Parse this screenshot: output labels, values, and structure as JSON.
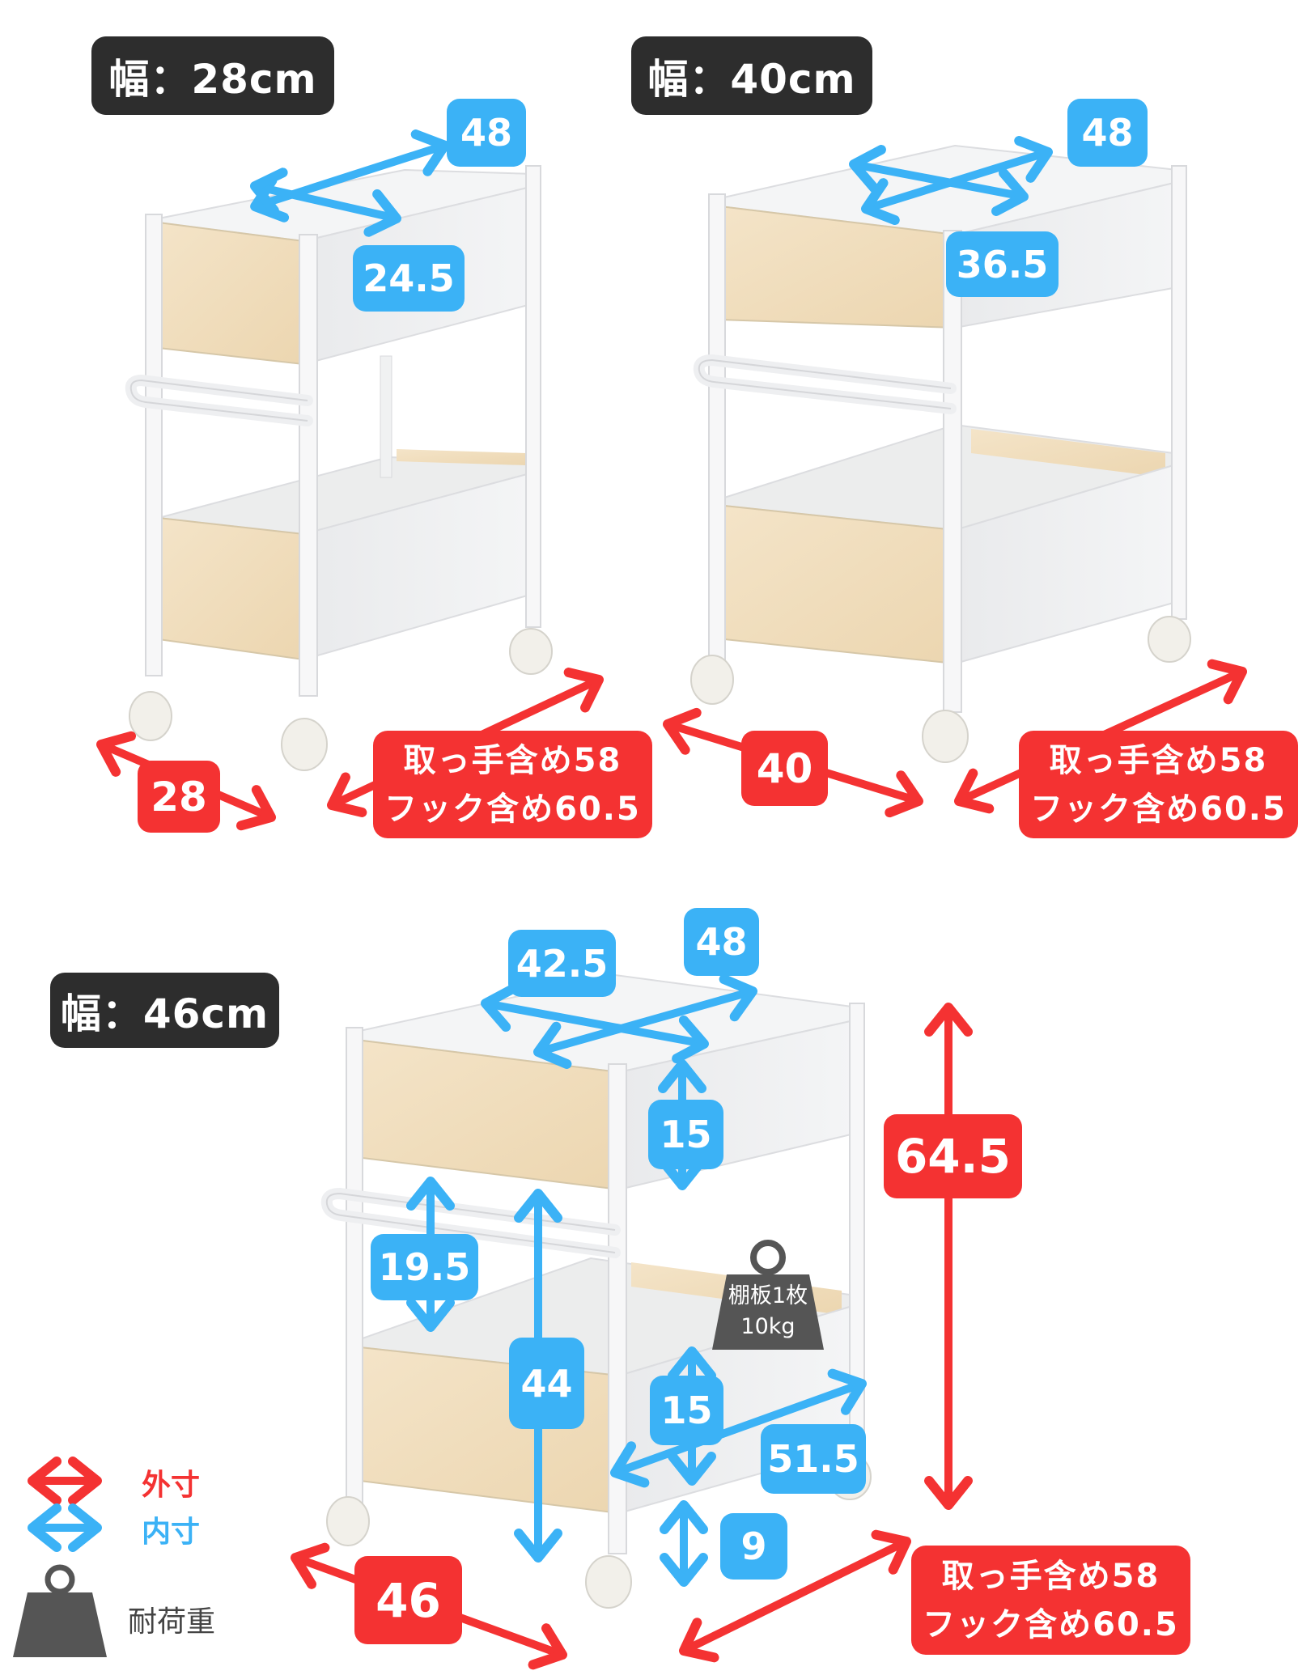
{
  "colors": {
    "outer_dimension": "#f43232",
    "inner_dimension": "#3bb2f6",
    "badge_dark": "#2d2d2d",
    "wood": "#f1dfbf",
    "frame": "#f2f3f5",
    "weight_icon": "#555555"
  },
  "units": "cm",
  "variants": [
    {
      "title": "幅：28cm",
      "inner": {
        "depth": "48",
        "width": "24.5"
      },
      "outer": {
        "width": "28",
        "depth_line1": "取っ手含め58",
        "depth_line2": "フック含め60.5"
      }
    },
    {
      "title": "幅：40cm",
      "inner": {
        "depth": "48",
        "width": "36.5"
      },
      "outer": {
        "width": "40",
        "depth_line1": "取っ手含め58",
        "depth_line2": "フック含め60.5"
      }
    },
    {
      "title": "幅：46cm",
      "inner": {
        "width": "42.5",
        "depth": "48",
        "top_drawer_height": "15",
        "clearance_under_top": "19.5",
        "lower_height": "44",
        "bottom_drawer_height": "15",
        "bottom_depth": "51.5",
        "floor_clearance": "9"
      },
      "outer": {
        "width": "46",
        "height": "64.5",
        "depth_line1": "取っ手含め58",
        "depth_line2": "フック含め60.5"
      },
      "load": {
        "line1": "棚板1枚",
        "line2": "10kg"
      }
    }
  ],
  "legend": {
    "outer_label": "外寸",
    "inner_label": "内寸",
    "load_label": "耐荷重"
  }
}
